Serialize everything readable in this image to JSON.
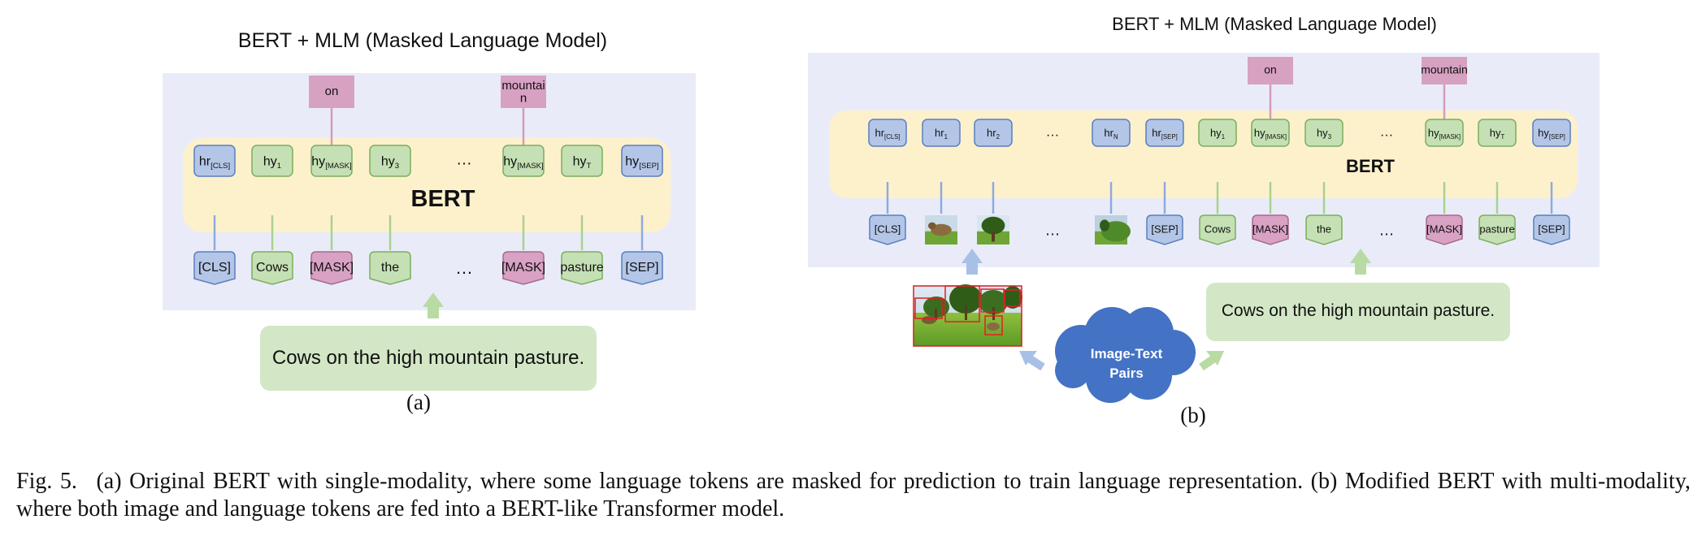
{
  "panel_a": {
    "title": "BERT + MLM (Masked Language Model)",
    "model_label": "BERT",
    "outputs": [
      "on",
      "mountai\nn"
    ],
    "hidden_tokens": [
      {
        "main": "hr",
        "sub": "[CLS]",
        "kind": "cls"
      },
      {
        "main": "hy",
        "sub": "1",
        "kind": "text"
      },
      {
        "main": "hy",
        "sub": "[MASK]",
        "kind": "text"
      },
      {
        "main": "hy",
        "sub": "3",
        "kind": "text"
      },
      {
        "main": "…",
        "sub": "",
        "kind": "ellipsis"
      },
      {
        "main": "hy",
        "sub": "[MASK]",
        "kind": "text"
      },
      {
        "main": "hy",
        "sub": "T",
        "kind": "text"
      },
      {
        "main": "hy",
        "sub": "[SEP]",
        "kind": "cls"
      }
    ],
    "input_tokens": [
      {
        "label": "[CLS]",
        "kind": "cls"
      },
      {
        "label": "Cows",
        "kind": "text"
      },
      {
        "label": "[MASK]",
        "kind": "mask"
      },
      {
        "label": "the",
        "kind": "text"
      },
      {
        "label": "…",
        "kind": "ellipsis"
      },
      {
        "label": "[MASK]",
        "kind": "mask"
      },
      {
        "label": "pasture",
        "kind": "text"
      },
      {
        "label": "[SEP]",
        "kind": "cls"
      }
    ],
    "sentence": "Cows on the high mountain pasture.",
    "sublabel": "(a)"
  },
  "panel_b": {
    "title": "BERT + MLM (Masked Language Model)",
    "model_label": "BERT",
    "outputs": [
      "on",
      "mountain"
    ],
    "hidden_tokens": [
      {
        "main": "hr",
        "sub": "[CLS]",
        "kind": "cls"
      },
      {
        "main": "hr",
        "sub": "1",
        "kind": "cls"
      },
      {
        "main": "hr",
        "sub": "2",
        "kind": "cls"
      },
      {
        "main": "…",
        "sub": "",
        "kind": "ellipsis"
      },
      {
        "main": "hr",
        "sub": "N",
        "kind": "cls"
      },
      {
        "main": "hr",
        "sub": "[SEP]",
        "kind": "cls"
      },
      {
        "main": "hy",
        "sub": "1",
        "kind": "text"
      },
      {
        "main": "hy",
        "sub": "[MASK]",
        "kind": "text"
      },
      {
        "main": "hy",
        "sub": "3",
        "kind": "text"
      },
      {
        "main": "…",
        "sub": "",
        "kind": "ellipsis"
      },
      {
        "main": "hy",
        "sub": "[MASK]",
        "kind": "text"
      },
      {
        "main": "hy",
        "sub": "T",
        "kind": "text"
      },
      {
        "main": "hy",
        "sub": "[SEP]",
        "kind": "cls"
      }
    ],
    "input_tokens": [
      {
        "label": "[CLS]",
        "kind": "cls"
      },
      {
        "label": "",
        "kind": "image"
      },
      {
        "label": "",
        "kind": "image"
      },
      {
        "label": "…",
        "kind": "ellipsis"
      },
      {
        "label": "",
        "kind": "image"
      },
      {
        "label": "[SEP]",
        "kind": "cls"
      },
      {
        "label": "Cows",
        "kind": "text"
      },
      {
        "label": "[MASK]",
        "kind": "mask"
      },
      {
        "label": "the",
        "kind": "text"
      },
      {
        "label": "…",
        "kind": "ellipsis"
      },
      {
        "label": "[MASK]",
        "kind": "mask"
      },
      {
        "label": "pasture",
        "kind": "text"
      },
      {
        "label": "[SEP]",
        "kind": "cls"
      }
    ],
    "sentence": "Cows on the high mountain pasture.",
    "cloud_label": [
      "Image-Text",
      "Pairs"
    ],
    "sublabel": "(b)"
  },
  "colors": {
    "panel_bg": "#e9ecf8",
    "bert_band": "#fdf1cc",
    "cls_fill": "#b4c6e7",
    "cls_stroke": "#5a7fbf",
    "text_fill": "#c5e0b4",
    "text_stroke": "#7cae5e",
    "mask_fill": "#d9a1c4",
    "mask_stroke": "#a66a8e",
    "output_fill": "#d7a1c2",
    "sentence_fill": "#d3e7c6",
    "cloud_fill": "#4472c4",
    "arrow_blue": "#a9c0e6",
    "arrow_green": "#b8dba4",
    "connector_blue": "#8faadc",
    "connector_green": "#a9d18e",
    "connector_pink": "#d39bbd"
  },
  "caption": {
    "figure": "Fig. 5.",
    "text": "(a) Original BERT with single-modality, where some language tokens are masked for prediction to train language representation. (b) Modified BERT with multi-modality, where both image and language tokens are fed into a BERT-like Transformer model."
  }
}
